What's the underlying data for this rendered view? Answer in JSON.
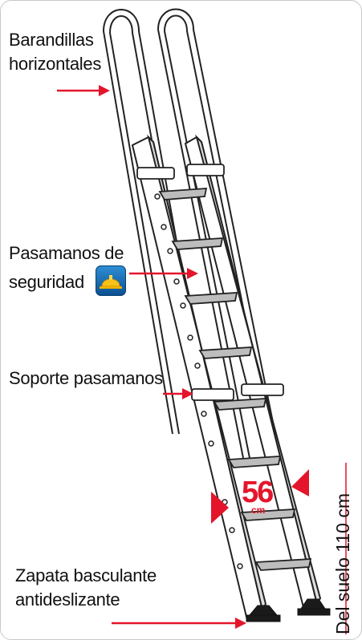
{
  "labels": {
    "barandillas_1": "Barandillas",
    "barandillas_2": "horizontales",
    "pasamanos_1": "Pasamanos de",
    "pasamanos_2": "seguridad",
    "soporte": "Soporte pasamanos",
    "zapata_1": "Zapata basculante",
    "zapata_2": "antideslizante",
    "height": "Del suelo 110 cm"
  },
  "dimension": {
    "value": "56",
    "unit": "cm"
  },
  "colors": {
    "accent": "#e4152b",
    "ladder": "#ffffff",
    "outline": "#222222",
    "icon_bg": "#1f6fb8",
    "helmet": "#f7c21a"
  },
  "icons": {
    "safety": "helmet-icon"
  }
}
